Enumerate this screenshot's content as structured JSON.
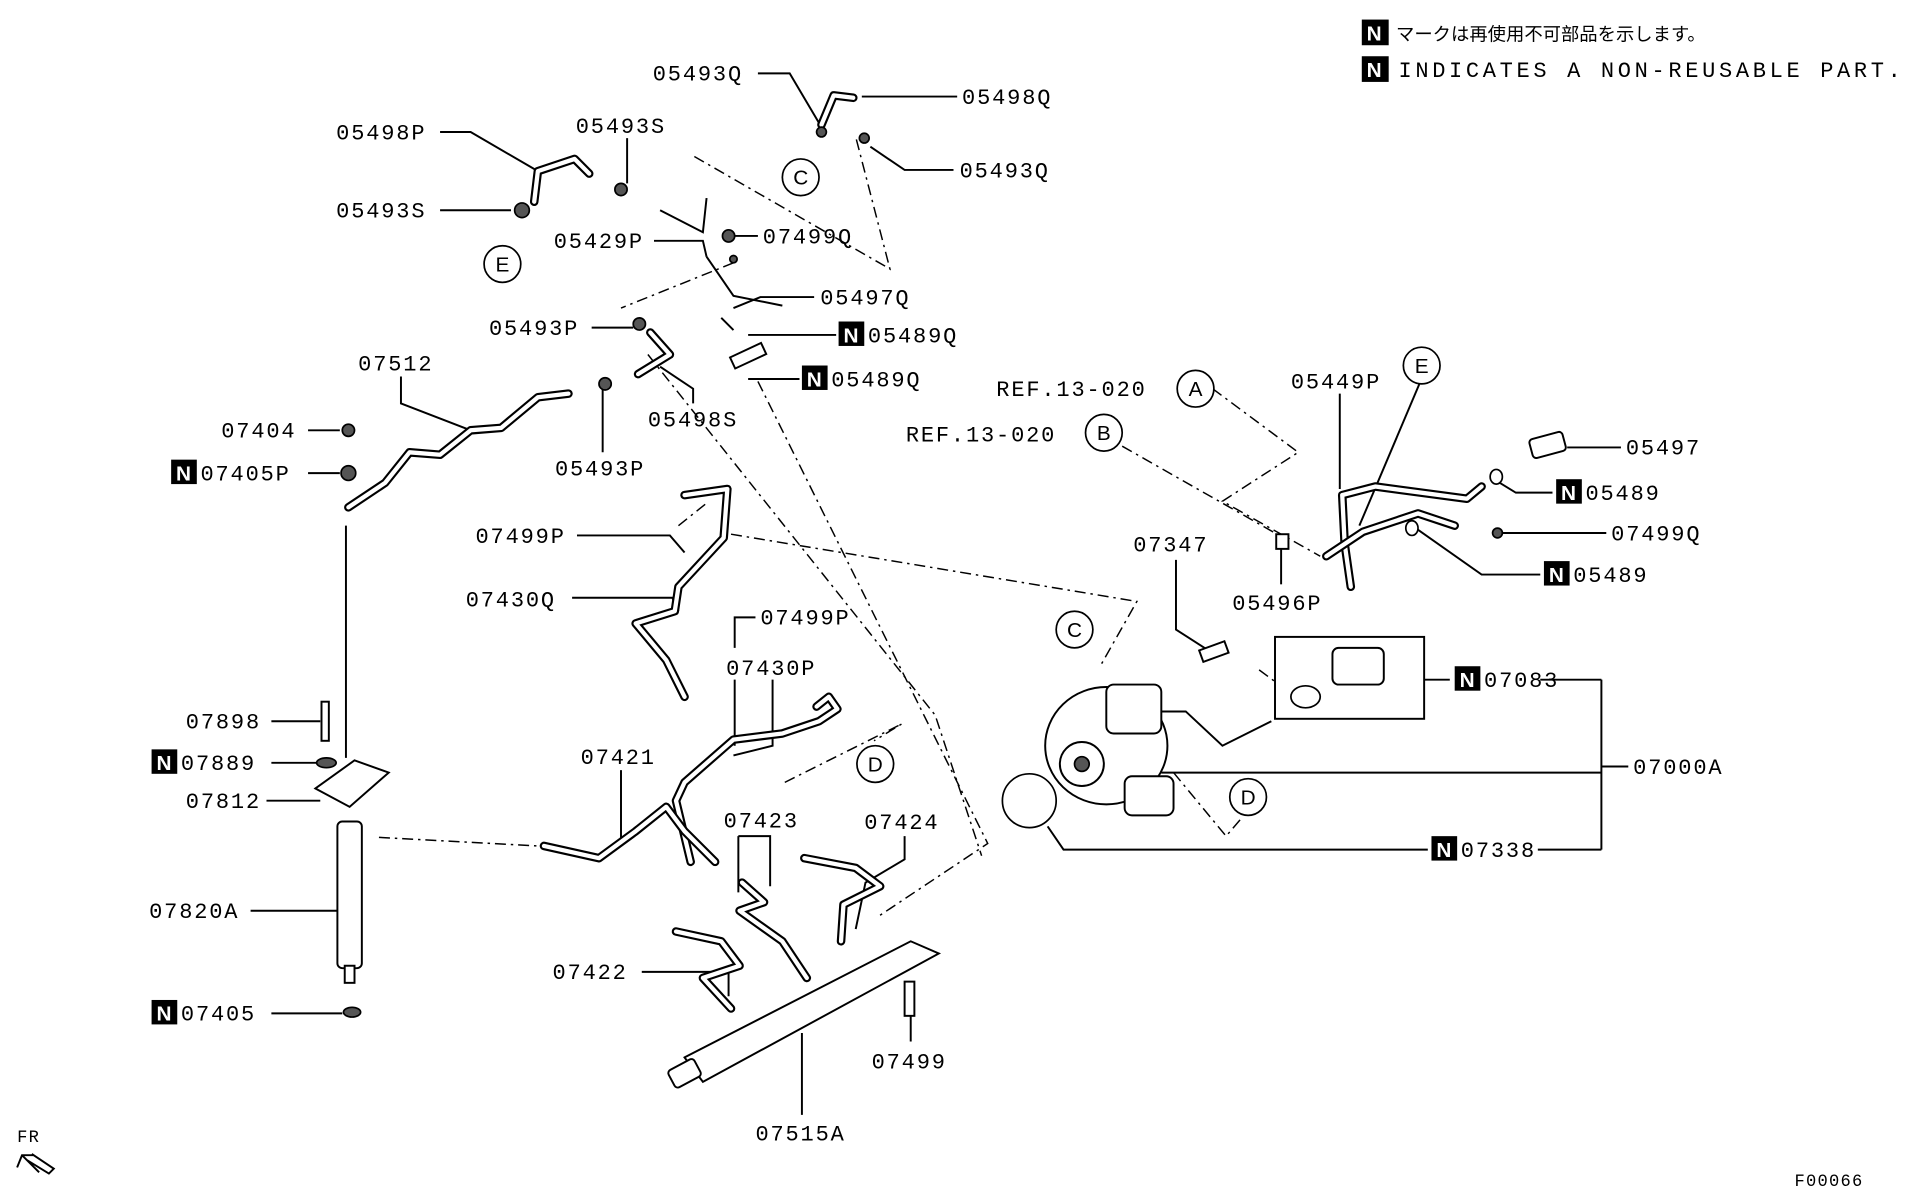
{
  "legend": {
    "badge": "N",
    "japanese": "マークは再使用不可部品を示します。",
    "english": "INDICATES A NON-REUSABLE PART."
  },
  "labels": [
    {
      "text": "05493Q",
      "n": false
    },
    {
      "text": "05498Q",
      "n": false
    },
    {
      "text": "05498P",
      "n": false
    },
    {
      "text": "05493S",
      "n": false
    },
    {
      "text": "05493Q",
      "n": false
    },
    {
      "text": "05493S",
      "n": false
    },
    {
      "text": "05429P",
      "n": false
    },
    {
      "text": "07499Q",
      "n": false
    },
    {
      "text": "05497Q",
      "n": false
    },
    {
      "text": "05493P",
      "n": false
    },
    {
      "text": "05489Q",
      "n": true
    },
    {
      "text": "05489Q",
      "n": true
    },
    {
      "text": "07512",
      "n": false
    },
    {
      "text": "05498S",
      "n": false
    },
    {
      "text": "07404",
      "n": false
    },
    {
      "text": "07405P",
      "n": true
    },
    {
      "text": "05493P",
      "n": false
    },
    {
      "text": "REF.13-020",
      "n": false
    },
    {
      "text": "REF.13-020",
      "n": false
    },
    {
      "text": "05449P",
      "n": false
    },
    {
      "text": "05497",
      "n": false
    },
    {
      "text": "05489",
      "n": true
    },
    {
      "text": "07499Q",
      "n": false
    },
    {
      "text": "05489",
      "n": true
    },
    {
      "text": "07347",
      "n": false
    },
    {
      "text": "05496P",
      "n": false
    },
    {
      "text": "07499P",
      "n": false
    },
    {
      "text": "07430Q",
      "n": false
    },
    {
      "text": "07499P",
      "n": false
    },
    {
      "text": "07430P",
      "n": false
    },
    {
      "text": "07083",
      "n": true
    },
    {
      "text": "07000A",
      "n": false
    },
    {
      "text": "07898",
      "n": false
    },
    {
      "text": "07889",
      "n": true
    },
    {
      "text": "07812",
      "n": false
    },
    {
      "text": "07421",
      "n": false
    },
    {
      "text": "07423",
      "n": false
    },
    {
      "text": "07424",
      "n": false
    },
    {
      "text": "07338",
      "n": true
    },
    {
      "text": "07820A",
      "n": false
    },
    {
      "text": "07422",
      "n": false
    },
    {
      "text": "07405",
      "n": true
    },
    {
      "text": "07499",
      "n": false
    },
    {
      "text": "07515A",
      "n": false
    }
  ],
  "callouts": [
    {
      "letter": "C"
    },
    {
      "letter": "E"
    },
    {
      "letter": "A"
    },
    {
      "letter": "B"
    },
    {
      "letter": "E"
    },
    {
      "letter": "C"
    },
    {
      "letter": "D"
    },
    {
      "letter": "D"
    }
  ],
  "front_marker": "FR",
  "figure_id": "F00066"
}
